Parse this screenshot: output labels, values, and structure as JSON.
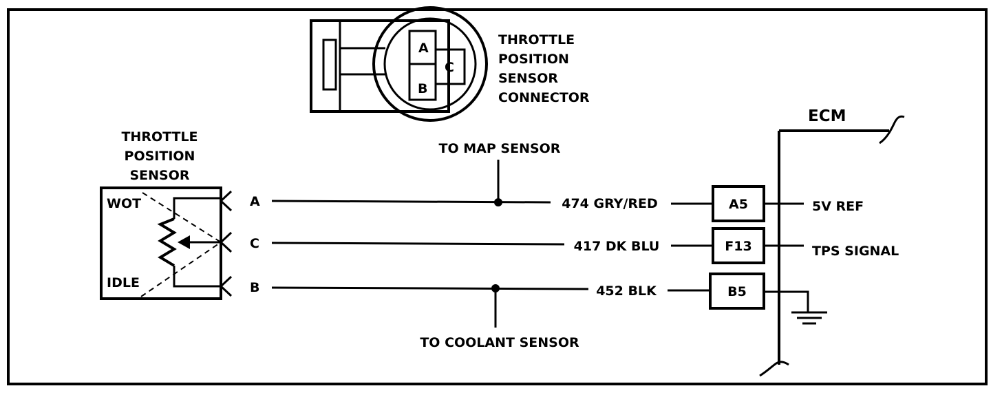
{
  "connector": {
    "title_lines": [
      "THROTTLE",
      "POSITION",
      "SENSOR",
      "CONNECTOR"
    ],
    "pins": [
      "A",
      "B",
      "C"
    ]
  },
  "sensor": {
    "title_lines": [
      "THROTTLE",
      "POSITION",
      "SENSOR"
    ],
    "wot_label": "WOT",
    "idle_label": "IDLE",
    "terminals": [
      "A",
      "C",
      "B"
    ]
  },
  "wires": {
    "a": "474 GRY/RED",
    "c": "417 DK BLU",
    "b": "452 BLK"
  },
  "splices": {
    "map": "TO MAP SENSOR",
    "coolant": "TO COOLANT SENSOR"
  },
  "ecm": {
    "label": "ECM",
    "pins": [
      "A5",
      "F13",
      "B5"
    ],
    "functions": [
      "5V REF",
      "TPS  SIGNAL"
    ]
  }
}
